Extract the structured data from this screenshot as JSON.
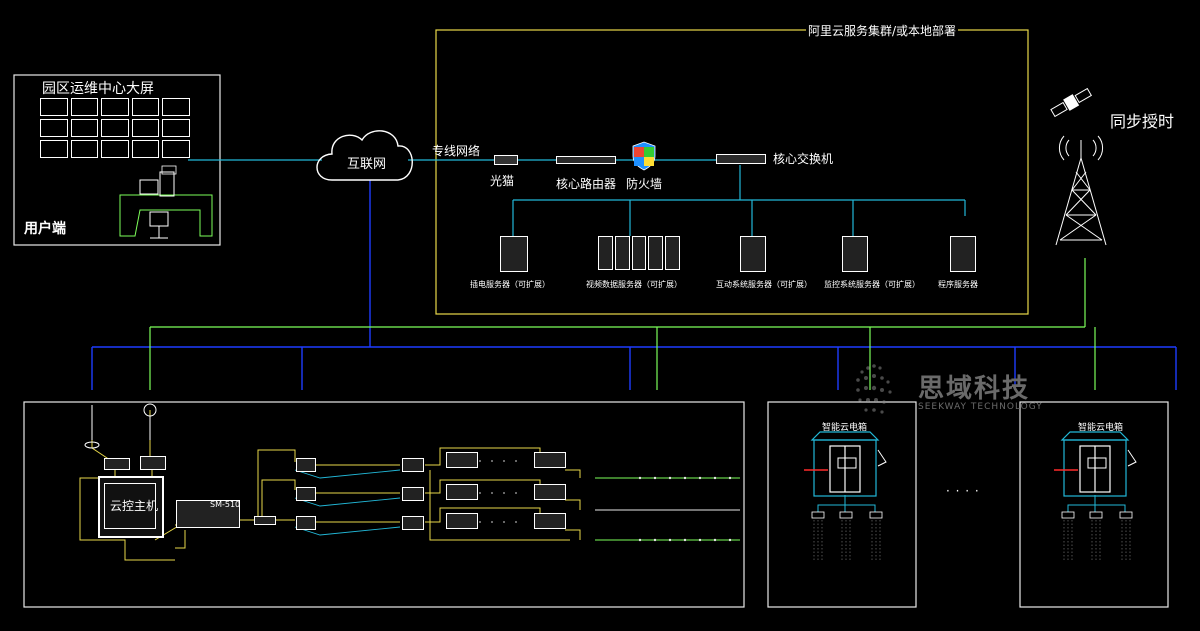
{
  "user_end": {
    "screen_title": "园区运维中心大屏",
    "label": "用户端"
  },
  "internet": {
    "label": "互联网"
  },
  "dedicated_line": {
    "label": "专线网络"
  },
  "cloud_cluster": {
    "title": "阿里云服务集群/或本地部署"
  },
  "network": {
    "modem_label": "光猫",
    "router_label": "核心路由器",
    "firewall_label": "防火墙",
    "switch_label": "核心交换机"
  },
  "servers": [
    {
      "label": "插电服务器（可扩展）"
    },
    {
      "label": "视频数据服务器（可扩展）"
    },
    {
      "label": "互动系统服务器（可扩展）"
    },
    {
      "label": "监控系统服务器（可扩展）"
    },
    {
      "label": "程序服务器"
    }
  ],
  "time_sync": {
    "label": "同步授时"
  },
  "site": {
    "host_label": "云控主机",
    "device_label": "SM-510"
  },
  "cabinets": [
    {
      "label": "智能云电箱"
    },
    {
      "label": "智能云电箱"
    }
  ],
  "ellipsis": "· · · ·",
  "watermark": {
    "name": "思域科技",
    "sub": "SEEKWAY TECHNOLOGY"
  },
  "colors": {
    "blue_line": "#1e3cff",
    "green_line": "#7dff5a",
    "cyan_line": "#22b8d8",
    "yellow_frame": "#e8d84a",
    "white_frame": "#e8e8e8"
  }
}
